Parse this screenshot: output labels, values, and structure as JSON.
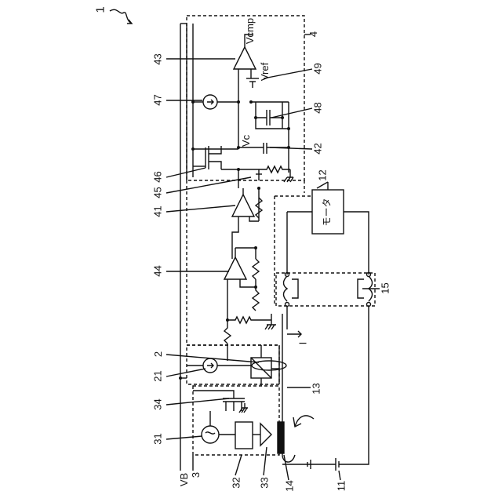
{
  "figure_number": "1",
  "labels": {
    "vcmp": "Vcmp",
    "vref": "Vref",
    "vc": "Vc",
    "vb": "VB",
    "current": "I",
    "motor": "モータ",
    "ref_4": "4",
    "ref_43": "43",
    "ref_49": "49",
    "ref_47": "47",
    "ref_48": "48",
    "ref_42": "42",
    "ref_46": "46",
    "ref_45": "45",
    "ref_41": "41",
    "ref_12": "12",
    "ref_44": "44",
    "ref_15": "15",
    "ref_2": "2",
    "ref_21": "21",
    "ref_13": "13",
    "ref_34": "34",
    "ref_31": "31",
    "ref_3": "3",
    "ref_32": "32",
    "ref_33": "33",
    "ref_14": "14",
    "ref_11": "11"
  }
}
